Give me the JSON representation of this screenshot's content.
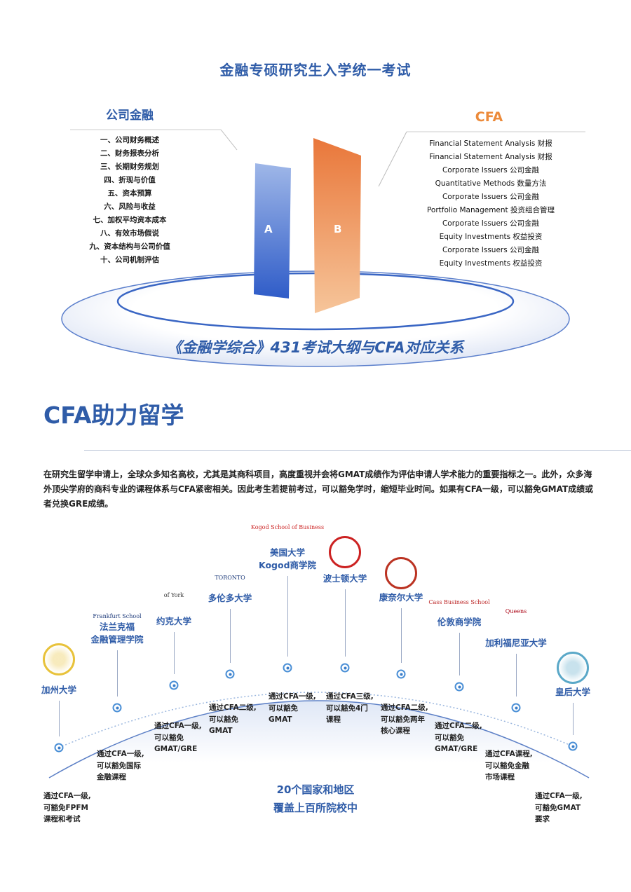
{
  "title": "金融专硕研究生入学统一考试",
  "corporate_finance": {
    "heading": "公司金融",
    "items": [
      "一、公司财务概述",
      "二、财务报表分析",
      "三、长期财务规划",
      "四、折现与价值",
      "五、资本预算",
      "六、风险与收益",
      "七、加权平均资本成本",
      "八、有效市场假说",
      "九、资本结构与公司价值",
      "十、公司机制评估"
    ]
  },
  "cfa": {
    "heading": "CFA",
    "items": [
      "Financial Statement Analysis 财报",
      "Financial Statement Analysis 财报",
      "Corporate Issuers 公司金融",
      "Quantitative Methods 数量方法",
      "Corporate Issuers 公司金融",
      "Portfolio Management 投资组合管理",
      "Corporate Issuers 公司金融",
      "Equity Investments 权益投资",
      "Corporate Issuers 公司金融",
      "Equity Investments 权益投资"
    ]
  },
  "panels": {
    "a": "A",
    "b": "B"
  },
  "banner": "《金融学综合》431考试大纲与CFA对应关系",
  "section_title": "CFA助力留学",
  "paragraph": "在研究生留学申请上，全球众多知名高校，尤其是其商科项目，高度重视并会将GMAT成绩作为评估申请人学术能力的重要指标之一。此外，众多海外顶尖学府的商科专业的课程体系与CFA紧密相关。因此考生若提前考过，可以豁免学时，缩短毕业时间。如果有CFA一级，可以豁免GMAT成绩或者兑换GRE成绩。",
  "universities": [
    {
      "name": [
        "加州大学"
      ],
      "desc": [
        "通过CFA一级,",
        "可豁免FPFM",
        "课程和考试"
      ]
    },
    {
      "name": [
        "法兰克福",
        "金融管理学院"
      ],
      "logo_text": "Frankfurt School",
      "desc": [
        "通过CFA一级,",
        "可以豁免国际",
        "金融课程"
      ]
    },
    {
      "name": [
        "约克大学"
      ],
      "logo_text": "of York",
      "desc": [
        "通过CFA一级,",
        "可以豁免",
        "GMAT/GRE"
      ]
    },
    {
      "name": [
        "多伦多大学"
      ],
      "logo_text": "TORONTO",
      "desc": [
        "通过CFA二级,",
        "可以豁免",
        "GMAT"
      ]
    },
    {
      "name": [
        "美国大学",
        "Kogod商学院"
      ],
      "logo_text": "Kogod School of Business",
      "desc": [
        "通过CFA一级,",
        "可以豁免",
        "GMAT"
      ]
    },
    {
      "name": [
        "波士顿大学"
      ],
      "desc": [
        "通过CFA三级,",
        "可以豁免4门",
        "课程"
      ]
    },
    {
      "name": [
        "康奈尔大学"
      ],
      "desc": [
        "通过CFA二级,",
        "可以豁免两年",
        "核心课程"
      ]
    },
    {
      "name": [
        "伦敦商学院"
      ],
      "logo_text": "Cass Business School",
      "desc": [
        "通过CFA二级,",
        "可以豁免",
        "GMAT/GRE"
      ]
    },
    {
      "name": [
        "加利福尼亚大学"
      ],
      "logo_text": "Queens",
      "desc": [
        "通过CFA课程,",
        "可以豁免金融",
        "市场课程"
      ]
    },
    {
      "name": [
        "皇后大学"
      ],
      "desc": [
        "通过CFA一级,",
        "可豁免GMAT",
        "要求"
      ]
    }
  ],
  "center": {
    "line1": "20个国家和地区",
    "line2": "覆盖上百所院校中"
  },
  "colors": {
    "blue": "#2f5ca8",
    "orange": "#ec8a3a"
  }
}
